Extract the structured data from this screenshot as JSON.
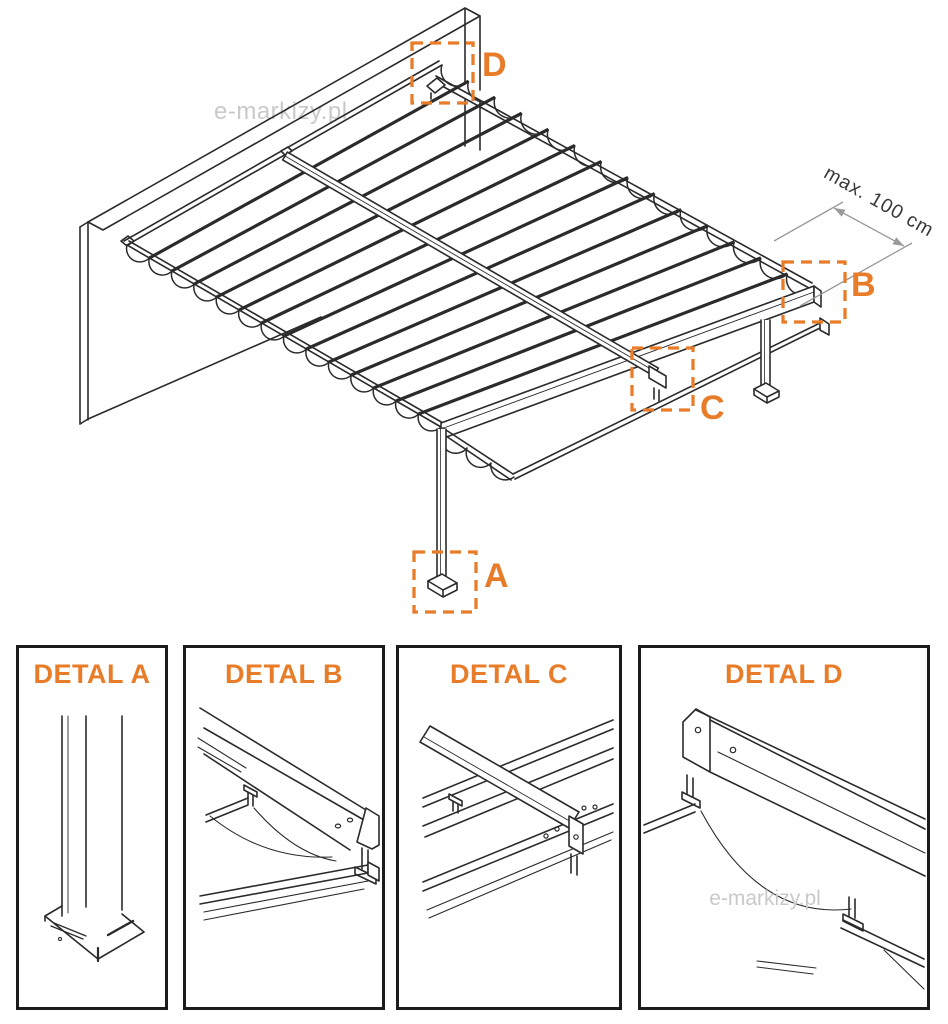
{
  "brand": {
    "watermark": "e-markizy.pl"
  },
  "colors": {
    "accent_orange": "#E87C28",
    "line_black": "#2B2B2B",
    "dimension_gray": "#9A9A9A",
    "dimension_text_gray": "#3A3A3A",
    "watermark_gray": "#C9C9C9"
  },
  "main_drawing": {
    "dimension_label": "max. 100 cm",
    "detail_markers": [
      {
        "label": "A"
      },
      {
        "label": "B"
      },
      {
        "label": "C"
      },
      {
        "label": "D"
      }
    ]
  },
  "detail_panels": [
    {
      "title": "DETAL A"
    },
    {
      "title": "DETAL B"
    },
    {
      "title": "DETAL C"
    },
    {
      "title": "DETAL D"
    }
  ]
}
